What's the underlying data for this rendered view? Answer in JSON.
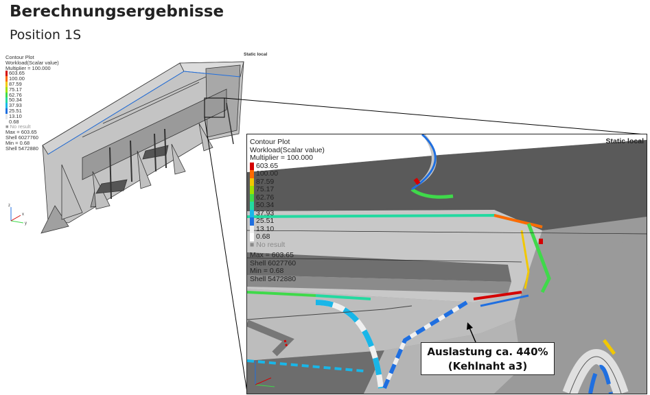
{
  "slide": {
    "title": "Berechnungsergebnisse",
    "subtitle": "Position 1S"
  },
  "legend": {
    "plot_type": "Contour Plot",
    "result": "Workload(Scalar value)",
    "multiplier": "Multiplier = 100.000",
    "values": [
      "603.65",
      "100.00",
      "87.59",
      "75.17",
      "62.76",
      "50.34",
      "37.93",
      "25.51",
      "13.10",
      "0.68"
    ],
    "colors": [
      "#d40000",
      "#ff6a00",
      "#f2c800",
      "#9ee000",
      "#3fd94a",
      "#23d9a0",
      "#19b6e8",
      "#1f6fe0",
      "#f0f0f0",
      "#ffffff"
    ],
    "no_result": "No result",
    "max": "Max = 603.65",
    "max_shell": "Shell 6027760",
    "min": "Min = 0.68",
    "min_shell": "Shell 5472880"
  },
  "view_label": "Static local",
  "axis": {
    "x": "x",
    "y": "y",
    "z": "z"
  },
  "callout": {
    "line1": "Auslastung ca. 440%",
    "line2": "(Kehlnaht a3)"
  }
}
